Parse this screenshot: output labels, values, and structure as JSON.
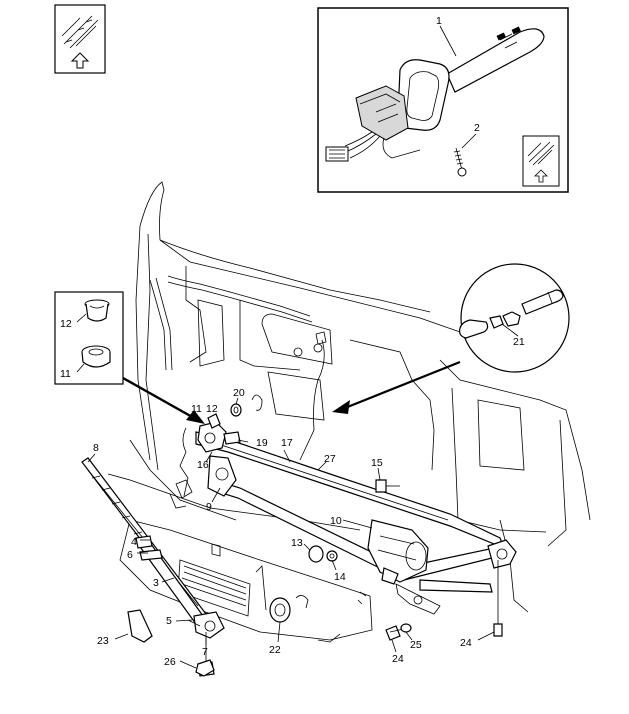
{
  "diagram": {
    "callouts": {
      "c1": "1",
      "c2": "2",
      "c3": "3",
      "c4": "4",
      "c5": "5",
      "c6": "6",
      "c7": "7",
      "c8": "8",
      "c9": "9",
      "c10": "10",
      "c11a": "11",
      "c11b": "11",
      "c12a": "12",
      "c12b": "12",
      "c13": "13",
      "c14": "14",
      "c15": "15",
      "c16": "16",
      "c17": "17",
      "c19": "19",
      "c20": "20",
      "c21": "21",
      "c22": "22",
      "c23": "23",
      "c24a": "24",
      "c24b": "24",
      "c25": "25",
      "c26": "26",
      "c27": "27"
    },
    "icons": {
      "orientation_icon_top_left": "vehicle-orientation-arrow-icon",
      "orientation_icon_inset": "vehicle-orientation-arrow-icon"
    }
  }
}
